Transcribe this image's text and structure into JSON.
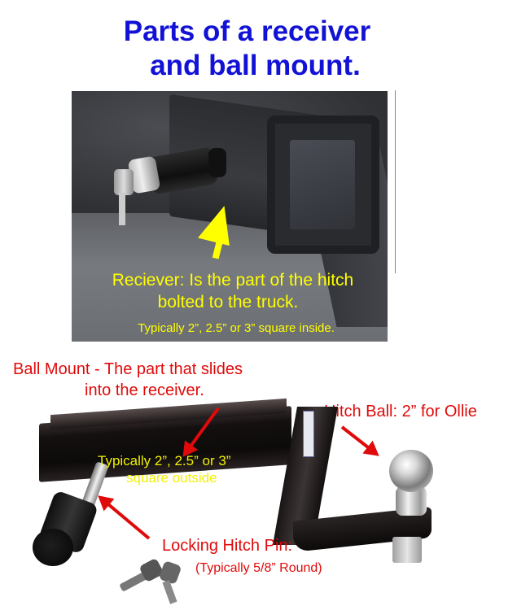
{
  "title": {
    "line1": "Parts of a receiver",
    "line2": "and ball mount.",
    "color": "#1212d6"
  },
  "receiver_photo": {
    "caption_line1": "Reciever: Is the part of the hitch",
    "caption_line2": "bolted to the truck.",
    "caption_line3": "Typically 2”, 2.5” or 3” square inside.",
    "caption_color": "#ffff00",
    "arrow_color": "#ffff00"
  },
  "ball_mount": {
    "label_line1": "Ball Mount - The part that slides",
    "label_line2": "into the receiver.",
    "size_line1": "Typically 2”, 2.5” or 3”",
    "size_line2": "square outside",
    "label_color": "#e00a0a",
    "size_color": "#f2f200"
  },
  "hitch_ball": {
    "label": "Hitch Ball: 2” for Ollie"
  },
  "locking_pin": {
    "label": "Locking Hitch Pin:",
    "sublabel": "(Typically 5/8” Round)"
  }
}
